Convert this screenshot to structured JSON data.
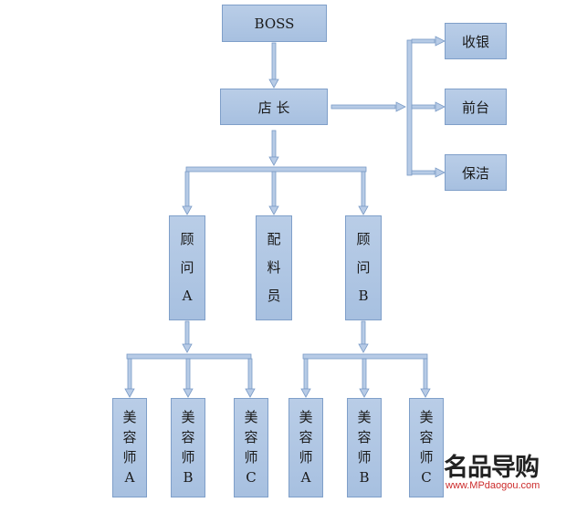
{
  "nodes": {
    "boss": "BOSS",
    "manager": "店 长",
    "cashier": "收银",
    "front_desk": "前台",
    "cleaner": "保洁",
    "consultant_a": [
      "顾",
      "问",
      "A"
    ],
    "materials": [
      "配",
      "料",
      "员"
    ],
    "consultant_b": [
      "顾",
      "问",
      "B"
    ],
    "beauticians_a": [
      [
        "美",
        "容",
        "师",
        "A"
      ],
      [
        "美",
        "容",
        "师",
        "B"
      ],
      [
        "美",
        "容",
        "师",
        "C"
      ]
    ],
    "beauticians_b": [
      [
        "美",
        "容",
        "师",
        "A"
      ],
      [
        "美",
        "容",
        "师",
        "B"
      ],
      [
        "美",
        "容",
        "师",
        "C"
      ]
    ]
  },
  "watermark": {
    "brand": "名品导购",
    "url": "www.MPdaogou.com"
  },
  "colors": {
    "box_fill": "#b0c6e3",
    "box_border": "#7f9fc9",
    "connector": "#b7cbe6",
    "connector_edge": "#7a9bc6"
  }
}
